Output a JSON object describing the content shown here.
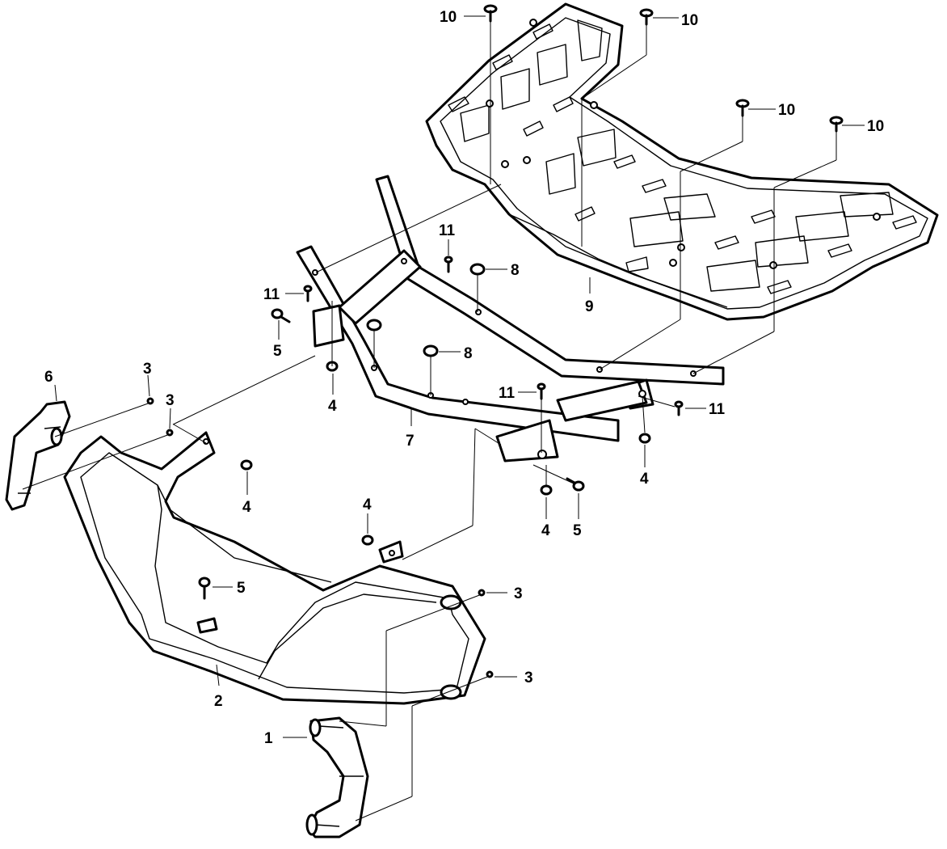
{
  "callouts": {
    "c1": "1",
    "c2": "2",
    "c3": "3",
    "c4": "4",
    "c5": "5",
    "c6": "6",
    "c7": "7",
    "c8": "8",
    "c9": "9",
    "c10": "10",
    "c11": "11"
  },
  "colors": {
    "ink": "#000000",
    "paper": "#ffffff"
  }
}
